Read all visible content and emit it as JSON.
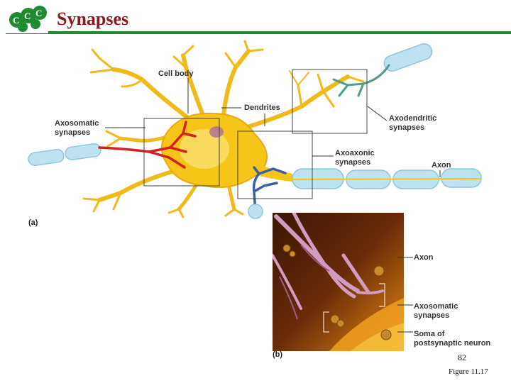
{
  "header": {
    "title": "Synapses",
    "logo_icon": "cell-cluster-logo-icon"
  },
  "colors": {
    "title": "#8b1a1a",
    "rule": "#1f8a2e",
    "neuron": "#f5c518",
    "axon_red": "#d42020",
    "axon_teal": "#4a9e8a",
    "axon_blue": "#3a5fa8",
    "myelin": "#bfe2f0"
  },
  "figure_a": {
    "panel_label": "(a)",
    "labels": {
      "cell_body": "Cell body",
      "dendrites": "Dendrites",
      "axosomatic_1": "Axosomatic",
      "axosomatic_2": "synapses",
      "axodendritic_1": "Axodendritic",
      "axodendritic_2": "synapses",
      "axoaxonic_1": "Axoaxonic",
      "axoaxonic_2": "synapses",
      "axon": "Axon"
    }
  },
  "figure_b": {
    "panel_label": "(b)",
    "labels": {
      "axon": "Axon",
      "axosomatic_1": "Axosomatic",
      "axosomatic_2": "synapses",
      "soma_1": "Soma of",
      "soma_2": "postsynaptic neuron"
    }
  },
  "footer": {
    "page_number": "82",
    "figure_ref": "Figure 11.17"
  }
}
